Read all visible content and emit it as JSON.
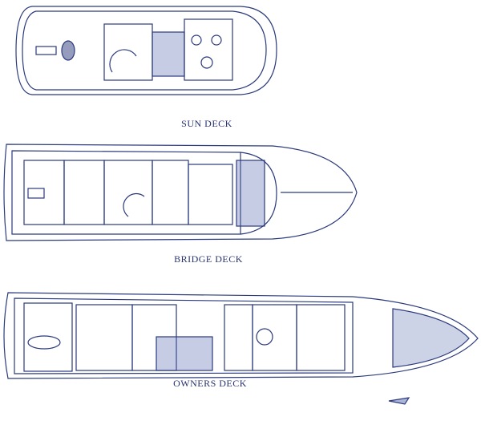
{
  "decks": [
    {
      "name": "SUN DECK"
    },
    {
      "name": "BRIDGE DECK"
    },
    {
      "name": "OWNERS DECK"
    }
  ],
  "colors": {
    "line": "#2b3a7c",
    "fill": "#5a6cae",
    "background": "#ffffff"
  }
}
